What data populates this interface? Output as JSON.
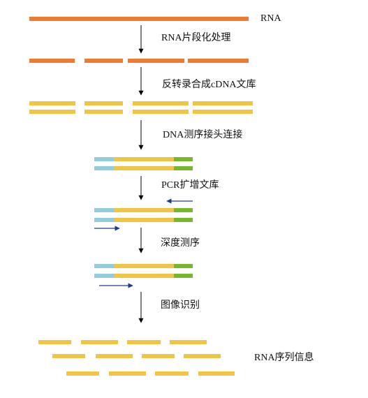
{
  "colors": {
    "rna": "#EE7B30",
    "cdna": "#F2C443",
    "adapter_left": "#92CDDC",
    "adapter_right": "#76B82A",
    "primer": "#1F3B8F",
    "step_arrow": "#000000",
    "text": "#111111"
  },
  "labels": {
    "rna": "RNA",
    "fragmentation": "RNA片段化处理",
    "reverse_transcription": "反转录合成cDNA文库",
    "adapter_ligation": "DNA测序接头连接",
    "pcr": "PCR扩增文库",
    "deep_sequencing": "深度测序",
    "image_recognition": "图像识别",
    "rna_sequence_info": "RNA序列信息"
  },
  "icons": {
    "step_arrow": "arrow-down-icon",
    "primer_arrow": "primer-arrow-icon"
  }
}
